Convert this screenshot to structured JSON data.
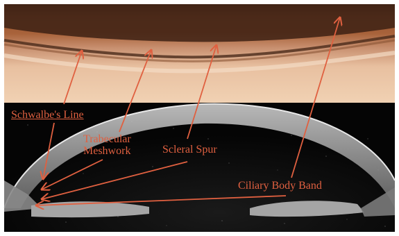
{
  "labels": {
    "schwalbe": "Schwalbe's Line",
    "trabecular": [
      "Trabecular",
      "Meshwork"
    ],
    "scleral_spur": "Scleral Spur",
    "ciliary_band": "Ciliary Body Band"
  },
  "colors": {
    "annotation": "#e06040",
    "gonio_dark": "#3a1e10",
    "gonio_light": "#f0d0b0",
    "oct_background": "#0c0c0c",
    "oct_tissue": "#9a9a9a"
  }
}
